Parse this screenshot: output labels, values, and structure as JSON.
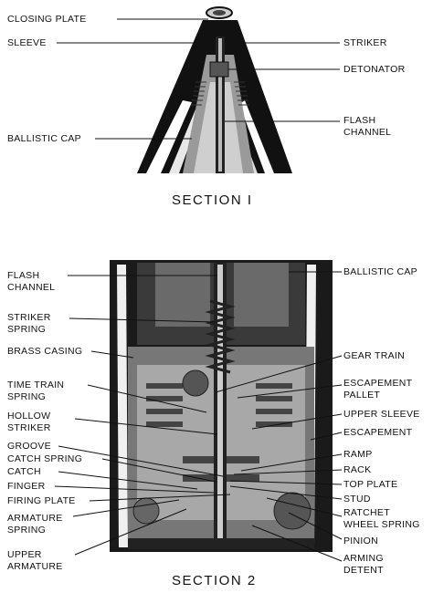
{
  "section1": {
    "title": "SECTION I",
    "labels": {
      "closing_plate": "CLOSING PLATE",
      "sleeve": "SLEEVE",
      "ballistic_cap": "BALLISTIC CAP",
      "striker": "STRIKER",
      "detonator": "DETONATOR",
      "flash_channel_1": "FLASH",
      "flash_channel_2": "CHANNEL"
    }
  },
  "section2": {
    "title": "SECTION 2",
    "left_labels": {
      "flash_channel_1": "FLASH",
      "flash_channel_2": "CHANNEL",
      "striker_spring_1": "STRIKER",
      "striker_spring_2": "SPRING",
      "brass_casing": "BRASS CASING",
      "time_train_spring_1": "TIME TRAIN",
      "time_train_spring_2": "SPRING",
      "hollow_striker_1": "HOLLOW",
      "hollow_striker_2": "STRIKER",
      "groove": "GROOVE",
      "catch_spring": "CATCH SPRING",
      "catch": "CATCH",
      "finger": "FINGER",
      "firing_plate": "FIRING PLATE",
      "armature_spring_1": "ARMATURE",
      "armature_spring_2": "SPRING",
      "upper_armature_1": "UPPER",
      "upper_armature_2": "ARMATURE"
    },
    "right_labels": {
      "ballistic_cap": "BALLISTIC CAP",
      "gear_train": "GEAR TRAIN",
      "escapement_pallet_1": "ESCAPEMENT",
      "escapement_pallet_2": "PALLET",
      "upper_sleeve": "UPPER SLEEVE",
      "escapement": "ESCAPEMENT",
      "ramp": "RAMP",
      "rack": "RACK",
      "top_plate": "TOP PLATE",
      "stud": "STUD",
      "ratchet_wheel_spring_1": "RATCHET",
      "ratchet_wheel_spring_2": "WHEEL SPRING",
      "pinion": "PINION",
      "arming_detent_1": "ARMING",
      "arming_detent_2": "DETENT"
    }
  }
}
